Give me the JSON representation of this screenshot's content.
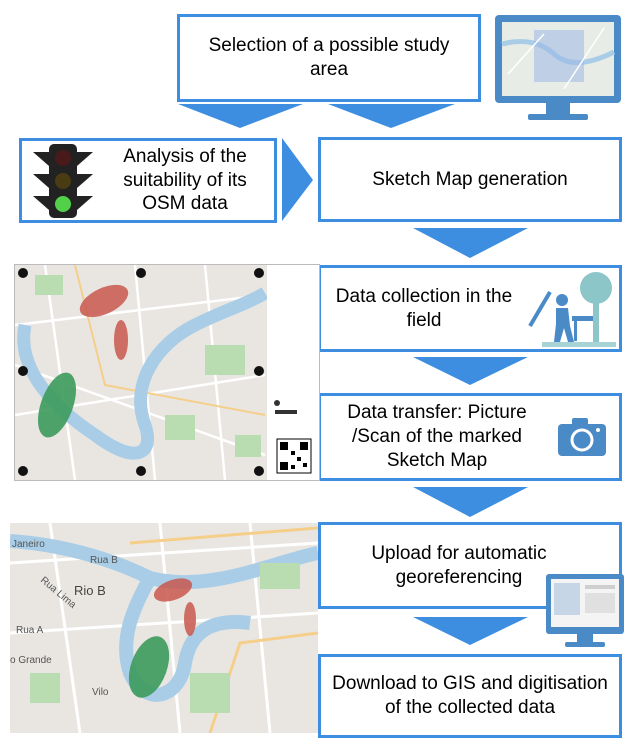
{
  "colors": {
    "accent": "#3d8ee0",
    "arrow": "#3d8ee0",
    "river": "#a9cde6",
    "park": "#b9dcb0",
    "map_bg": "#ececec",
    "blob_red": "#c8574d",
    "blob_green": "#3c9a5c",
    "monitor": "#4a8ac6"
  },
  "steps": {
    "selection": "Selection of a possible study area",
    "analysis": "Analysis of the suitability of its OSM data",
    "sketch": "Sketch Map generation",
    "collection": "Data collection in the field",
    "transfer": "Data transfer: Picture /Scan of the marked Sketch Map",
    "upload": "Upload for automatic georeferencing",
    "download": "Download to GIS and digitisation of the collected data"
  },
  "map_labels": {
    "street_1": "Janeiro",
    "street_2": "Rua B",
    "street_3": "Rua Lima",
    "place": "Rio B",
    "street_4": "Rua A",
    "street_5": "o Grande",
    "street_6": "Vilo"
  },
  "icons": {
    "monitor_top": "monitor-map-icon",
    "traffic_light": "traffic-light-icon",
    "field_worker": "field-worker-icon",
    "camera": "camera-icon",
    "monitor_bottom": "monitor-map-icon"
  }
}
